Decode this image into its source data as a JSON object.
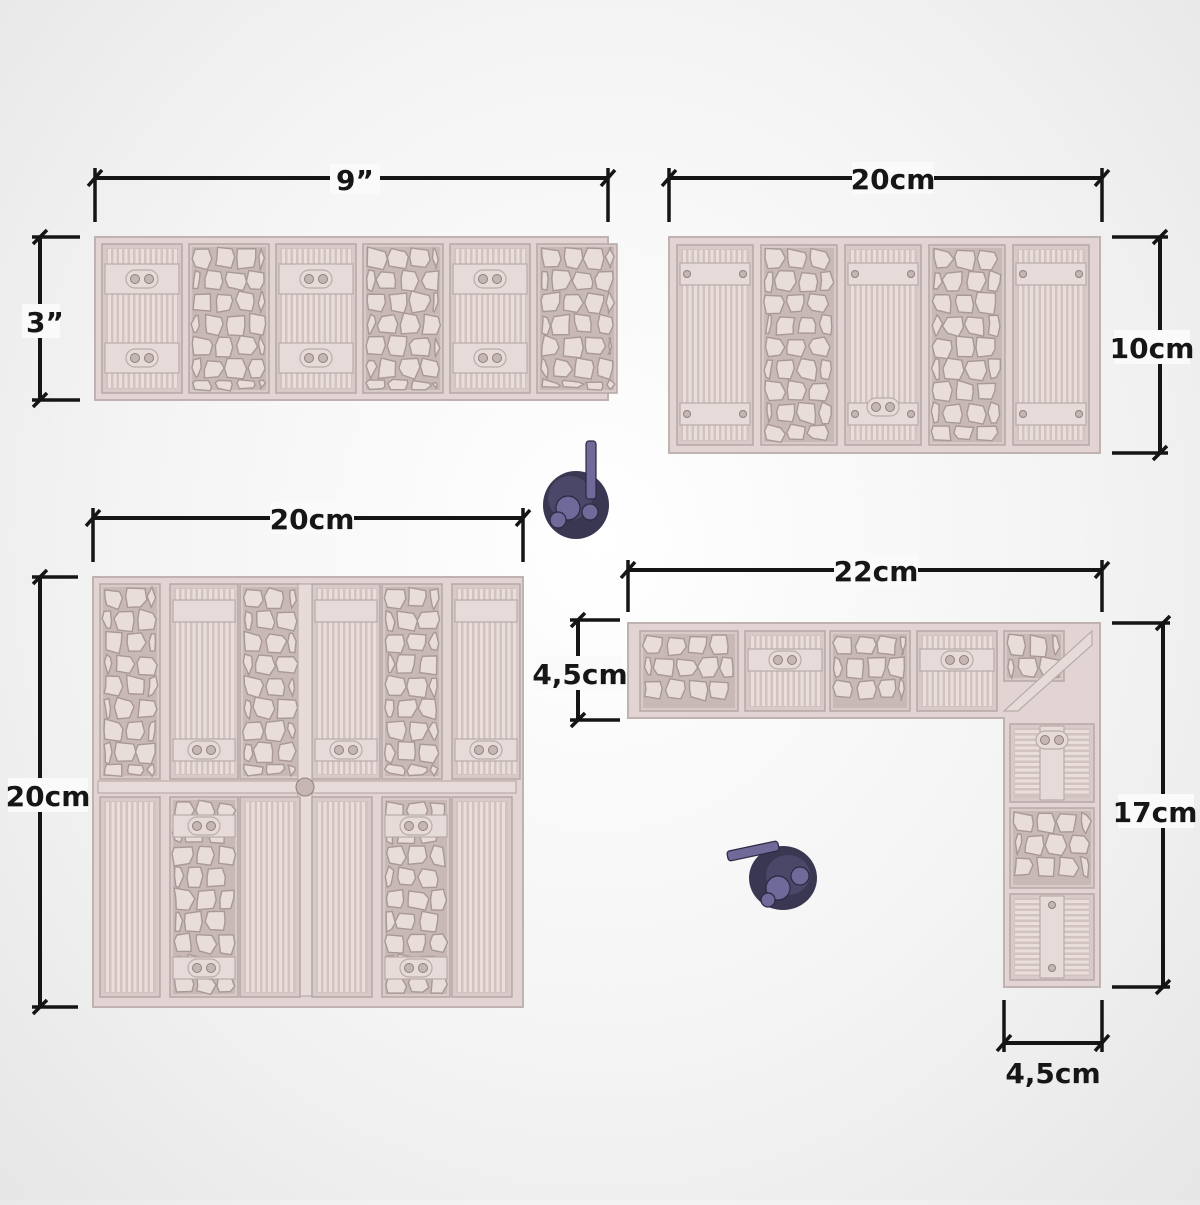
{
  "dimensions": {
    "tile_a": {
      "width": "9”",
      "height": "3”"
    },
    "tile_b": {
      "width": "20cm",
      "height": "10cm"
    },
    "tile_c": {
      "width": "20cm",
      "height": "20cm"
    },
    "tile_d": {
      "width": "22cm",
      "height": "4,5cm",
      "side_height": "17cm",
      "side_width": "4,5cm"
    }
  },
  "tokens": [
    {
      "name": "miniature-standing"
    },
    {
      "name": "miniature-lying"
    }
  ],
  "colors": {
    "plate": "#e2d4d2",
    "line": "#151515",
    "token": "#3a3752"
  }
}
